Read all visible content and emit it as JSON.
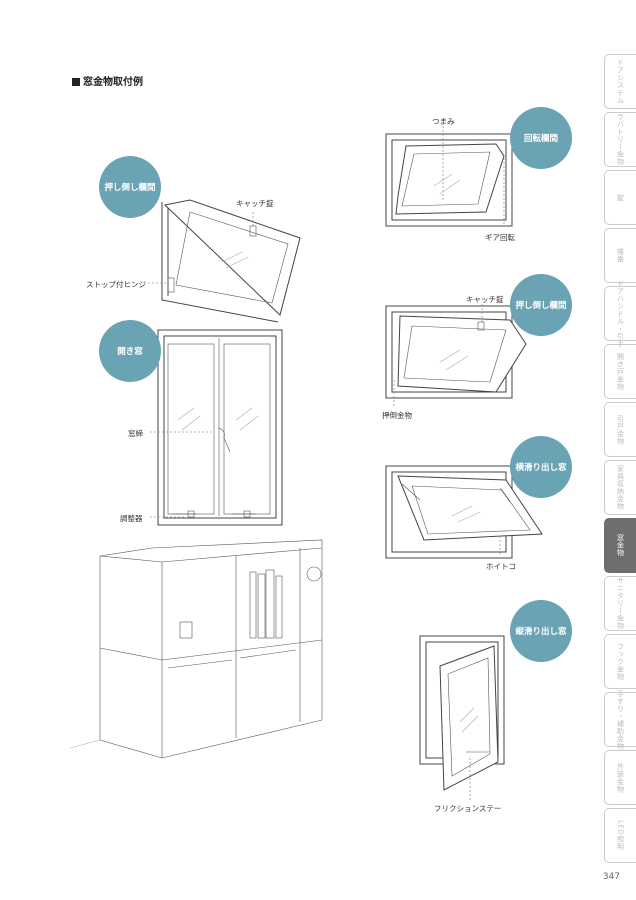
{
  "section_title": "窓金物取付例",
  "badges": {
    "oshitaoshi_left": "押し倒し欄間",
    "hirakimado": "開き窓",
    "kaiten": "回転欄間",
    "oshitaoshi_right": "押し倒し欄間",
    "yokosuberi": "横滑り出し窓",
    "tatesuberi": "縦滑り出し窓"
  },
  "labels": {
    "catch_left": "キャッチ錠",
    "stop_hinge": "ストップ付ヒンジ",
    "madojime": "窓締",
    "chouseiki": "調整器",
    "tsumami": "つまみ",
    "gear": "ギア回転",
    "catch_right": "キャッチ錠",
    "oshitaoshi_kanamono": "押倒金物",
    "hoitoko": "ホイトコ",
    "friction_stay": "フリクションステー"
  },
  "side_tabs": [
    {
      "label": "ドアシステム",
      "active": false
    },
    {
      "label": "ラバトリー金物",
      "active": false
    },
    {
      "label": "錠",
      "active": false
    },
    {
      "label": "蝶番",
      "active": false
    },
    {
      "label": "ドアハンドル・引手",
      "active": false
    },
    {
      "label": "開き戸金物",
      "active": false
    },
    {
      "label": "引戸金物",
      "active": false
    },
    {
      "label": "家具収納金物",
      "active": false
    },
    {
      "label": "窓金物",
      "active": true
    },
    {
      "label": "サニタリー金物",
      "active": false
    },
    {
      "label": "フック金物",
      "active": false
    },
    {
      "label": "手すり・補助金物",
      "active": false
    },
    {
      "label": "外装金物",
      "active": false
    },
    {
      "label": "LED照明",
      "active": false
    }
  ],
  "page_number": "347"
}
